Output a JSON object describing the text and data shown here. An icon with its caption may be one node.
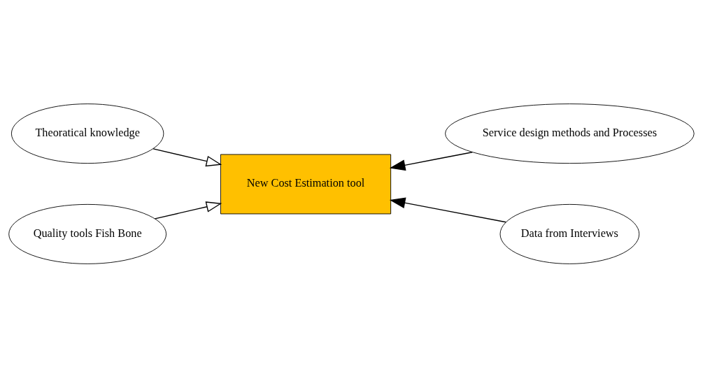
{
  "diagram": {
    "nodes": [
      {
        "text": [
          "Theoratical knowledge"
        ]
      },
      {
        "text": [
          "Service design methods and Processes"
        ]
      },
      {
        "text": [
          "New Cost Estimation tool"
        ]
      },
      {
        "text": [
          "Quality tools Fish Bone"
        ]
      },
      {
        "text": [
          "Data from Interviews"
        ]
      }
    ],
    "edges": [
      {
        "from": 0,
        "to": 2,
        "arrow": "to"
      },
      {
        "from": 1,
        "to": 2,
        "arrow": "to"
      },
      {
        "from": 3,
        "to": 2,
        "arrow": "to"
      },
      {
        "from": 4,
        "to": 2,
        "arrow": "to"
      }
    ]
  }
}
